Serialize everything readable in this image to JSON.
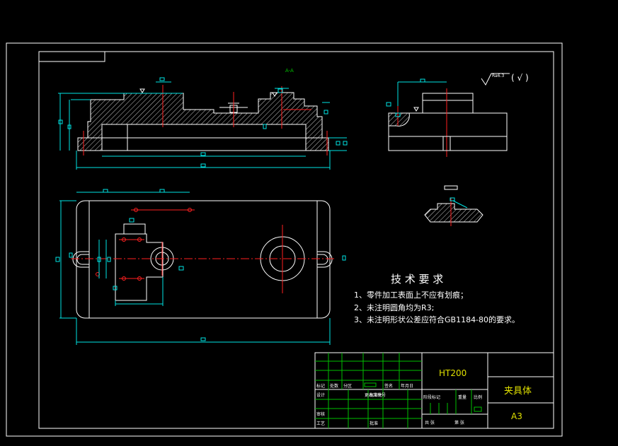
{
  "drawing": {
    "roughness_note": "Ra6.3",
    "roughness_paren": "( √ )",
    "tech_title": "技 术 要 求",
    "tech_items": [
      "1、零件加工表面上不应有划痕；",
      "2、未注明圆角均为R3;",
      "3、未注明形状公差应符合GB1184-80的要求。"
    ],
    "section_label": "A-A"
  },
  "title_block": {
    "material": "HT200",
    "part_name": "夹具体",
    "sheet_size": "A3",
    "cells": {
      "mark": "标记",
      "count": "处数",
      "zone": "分区",
      "change_no": "更改文件号",
      "sign": "签名",
      "date": "年月日",
      "design": "设计",
      "standardize": "标准化",
      "check": "审核",
      "craft": "工艺",
      "approve": "批准",
      "stage_mark": "阶段标记",
      "weight": "重量",
      "scale": "比例",
      "sheets_total": "共  张",
      "sheet_no": "第  张"
    }
  },
  "colors": {
    "outline": "#ffffff",
    "dimension": "#00e5e5",
    "centerline": "#ff2020",
    "titleblock": "#00c000",
    "text": "#ffffff",
    "material_text": "#e0e000"
  }
}
